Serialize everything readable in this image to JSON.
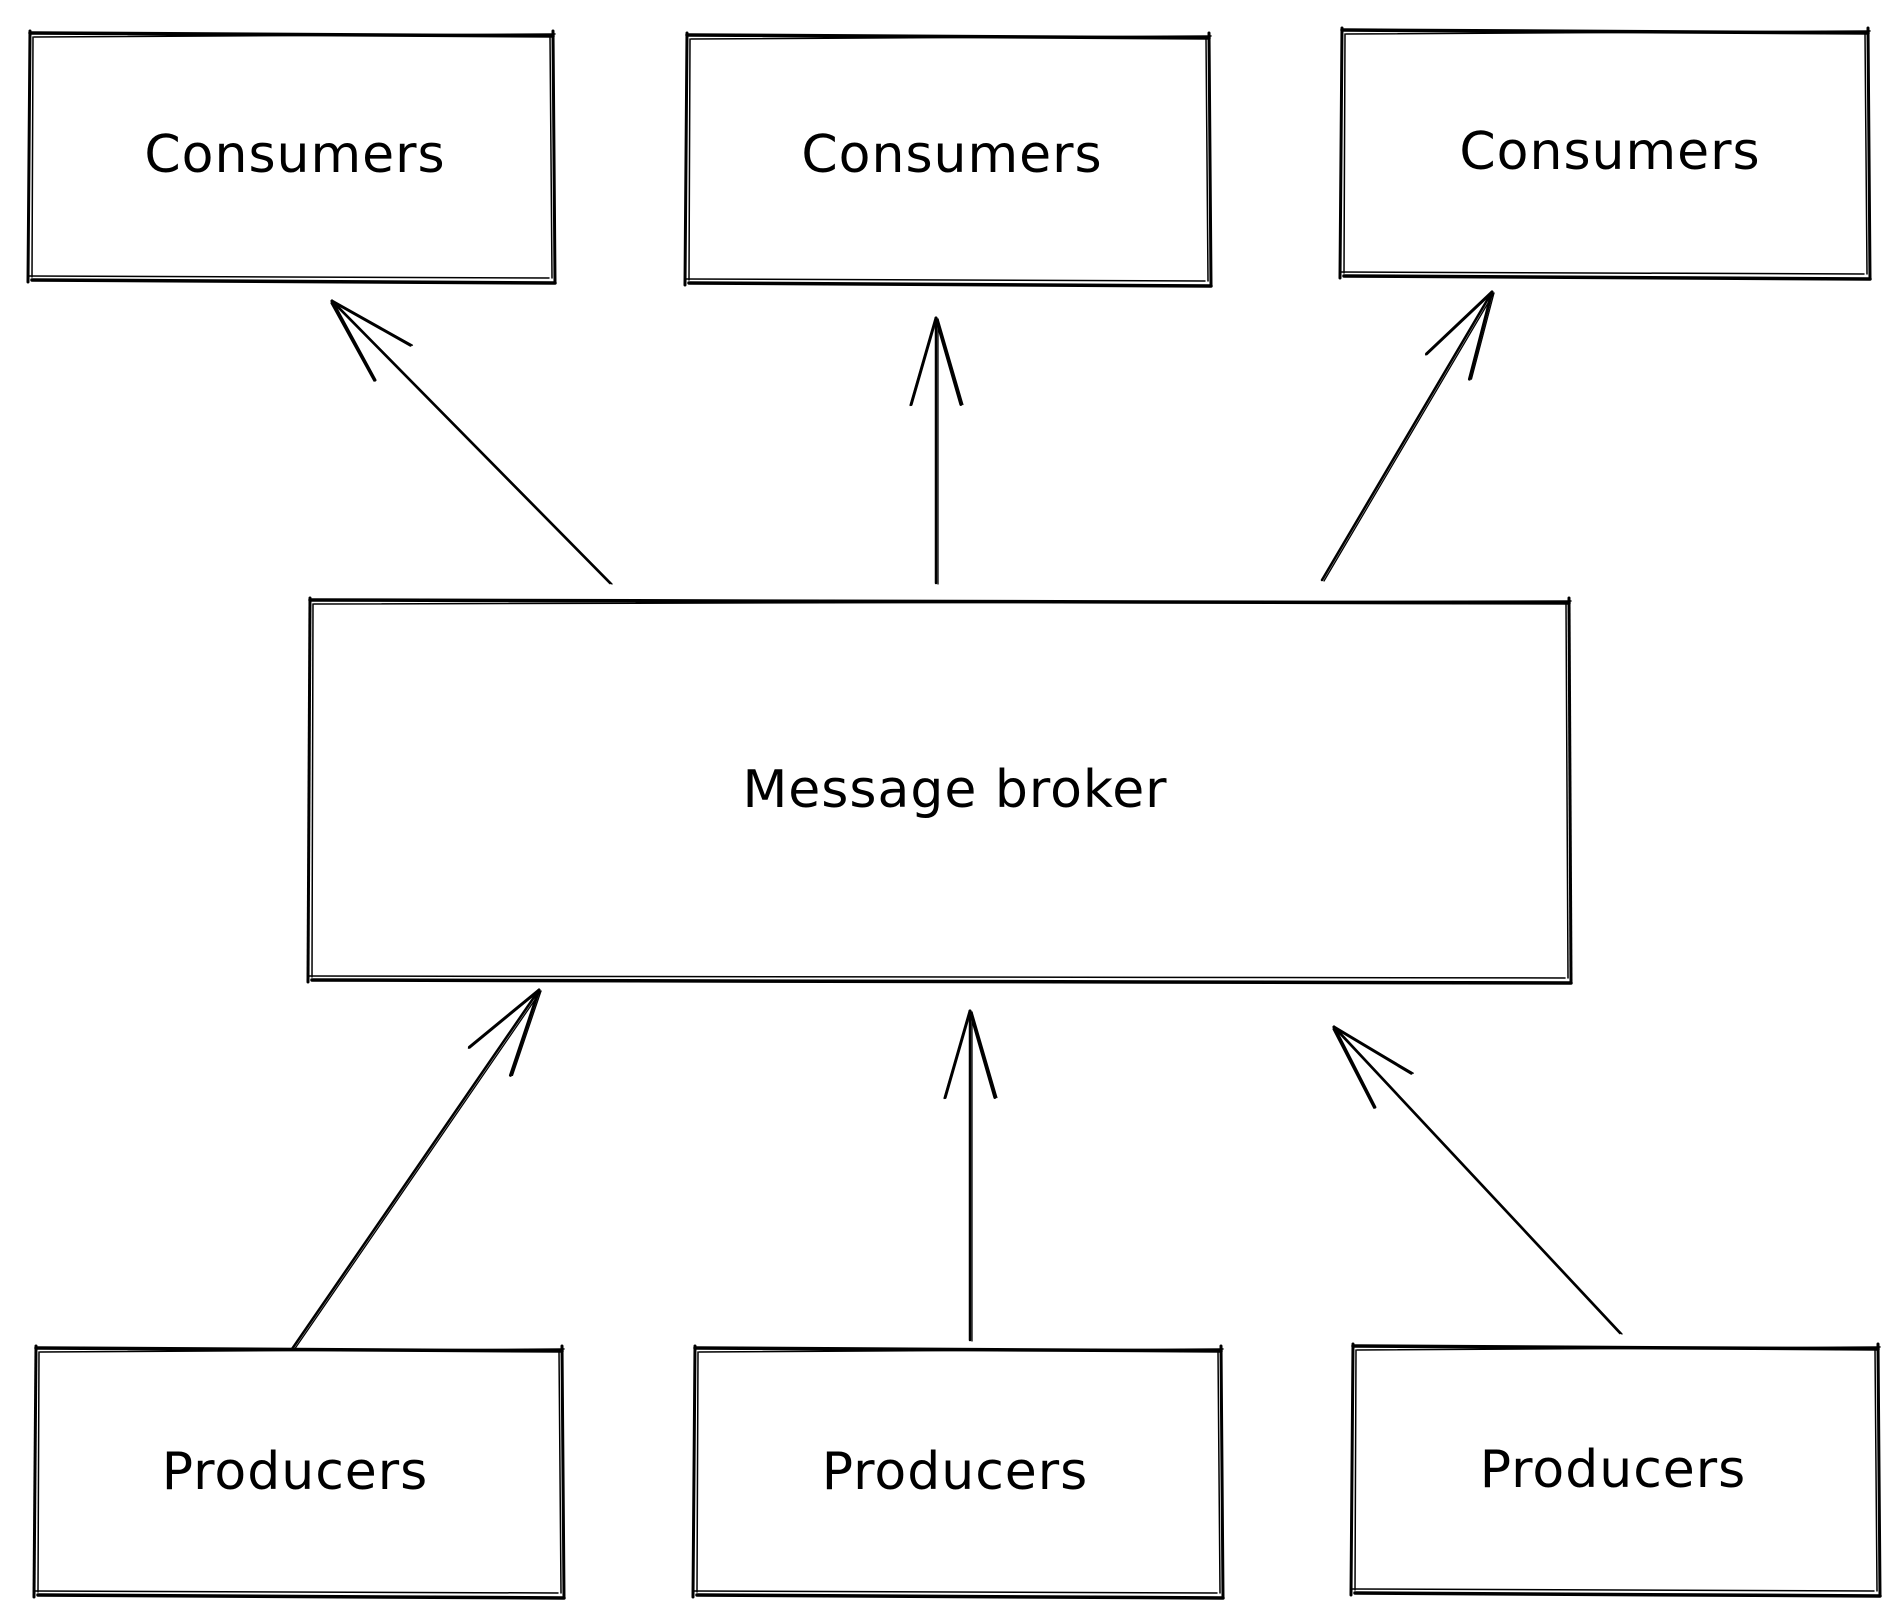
{
  "diagram": {
    "stroke_color": "#000000",
    "background": "#ffffff",
    "nodes": [
      {
        "id": "consumers-1",
        "label": "Consumers",
        "role": "consumer"
      },
      {
        "id": "consumers-2",
        "label": "Consumers",
        "role": "consumer"
      },
      {
        "id": "consumers-3",
        "label": "Consumers",
        "role": "consumer"
      },
      {
        "id": "broker",
        "label": "Message broker",
        "role": "broker"
      },
      {
        "id": "producers-1",
        "label": "Producers",
        "role": "producer"
      },
      {
        "id": "producers-2",
        "label": "Producers",
        "role": "producer"
      },
      {
        "id": "producers-3",
        "label": "Producers",
        "role": "producer"
      }
    ],
    "edges": [
      {
        "from": "broker",
        "to": "consumers-1"
      },
      {
        "from": "broker",
        "to": "consumers-2"
      },
      {
        "from": "broker",
        "to": "consumers-3"
      },
      {
        "from": "producers-1",
        "to": "broker"
      },
      {
        "from": "producers-2",
        "to": "broker"
      },
      {
        "from": "producers-3",
        "to": "broker"
      }
    ]
  }
}
